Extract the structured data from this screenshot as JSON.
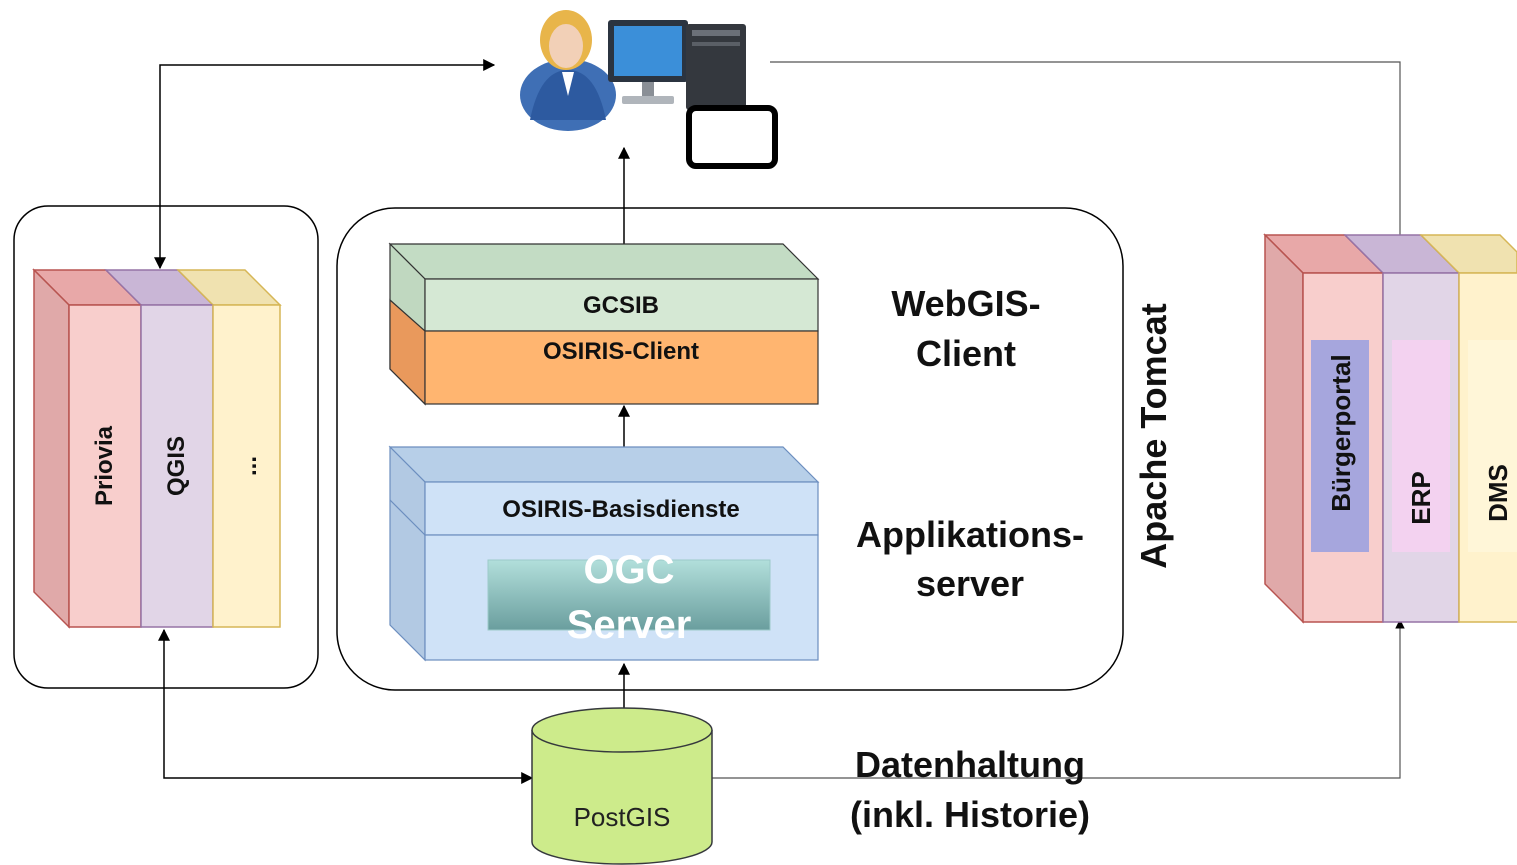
{
  "left_apps": {
    "items": [
      {
        "label": "Priovia",
        "color": "#f5c7c7"
      },
      {
        "label": "QGIS",
        "color": "#e1d5e7"
      },
      {
        "label": "...",
        "color": "#fff2cc"
      }
    ]
  },
  "middle": {
    "client_top_label": "GCSIB",
    "client_bottom_label": "OSIRIS-Client",
    "webgis_label_line1": "WebGIS-",
    "webgis_label_line2": "Client",
    "server_top_label": "OSIRIS-Basisdienste",
    "ogc_line1": "OGC",
    "ogc_line2": "Server",
    "app_label_line1": "Applikations-",
    "app_label_line2": "server",
    "container_label": "Apache Tomcat"
  },
  "database": {
    "label": "PostGIS",
    "caption_line1": "Datenhaltung",
    "caption_line2": "(inkl. Historie)"
  },
  "right_apps": {
    "items": [
      {
        "label": "Bürgerportal",
        "color": "#f8cecc"
      },
      {
        "label": "ERP",
        "color": "#e1d5e7"
      },
      {
        "label": "DMS",
        "color": "#fff2cc"
      }
    ]
  },
  "icons": [
    "user-icon",
    "desktop-computer-icon",
    "tablet-icon"
  ]
}
